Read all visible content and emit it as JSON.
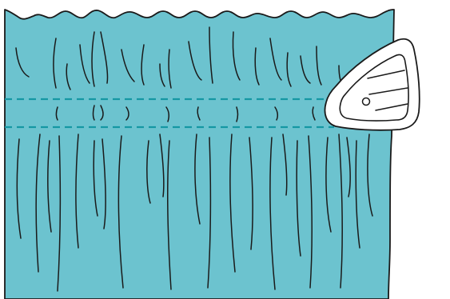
{
  "colors": {
    "fabric": "#6cc3cf",
    "fabric_outline": "#1a1a1a",
    "stitching": "#1597a3",
    "iron_face": "#ffffff",
    "background": "#ffffff"
  },
  "illustration": {
    "fabric": {
      "state": "gathered",
      "icon": "gathered-fabric-panel"
    },
    "stitching": {
      "style": "dashed",
      "rows": 2
    },
    "tool": {
      "icon": "iron-icon"
    }
  }
}
